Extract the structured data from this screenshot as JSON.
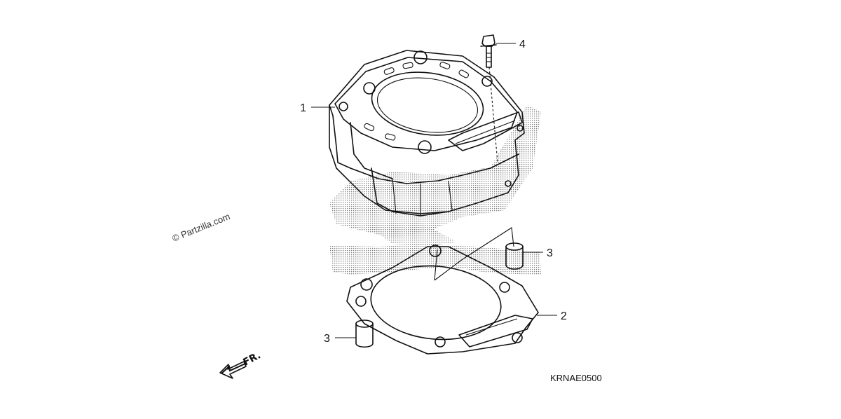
{
  "diagram": {
    "watermark": "© Partzilla.com",
    "code": "KRNAE0500",
    "direction": "FR.",
    "callouts": [
      {
        "id": "cylinder",
        "label": "1"
      },
      {
        "id": "gasket",
        "label": "2"
      },
      {
        "id": "dowel-right",
        "label": "3"
      },
      {
        "id": "dowel-left",
        "label": "3"
      },
      {
        "id": "bolt",
        "label": "4"
      }
    ]
  }
}
